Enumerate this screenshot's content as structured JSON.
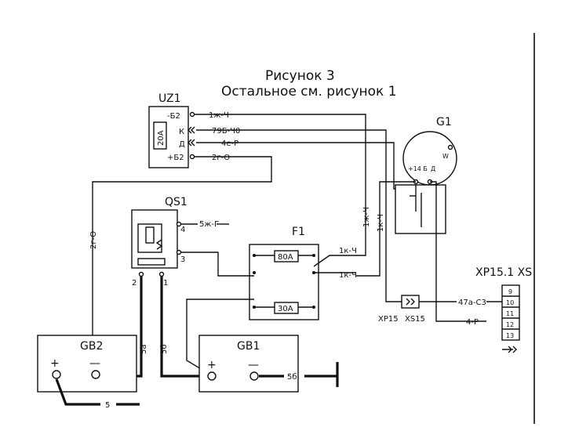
{
  "title": {
    "line1": "Рисунок 3",
    "line2": "Остальное см. рисунок 1"
  },
  "uz1": {
    "name": "UZ1",
    "rating": "20А",
    "pins": [
      "-Б2",
      "К",
      "Д",
      "+Б2"
    ]
  },
  "g1": {
    "name": "G1",
    "plus": "+14 Б",
    "w": "W",
    "d": "Д"
  },
  "qs1": {
    "name": "QS1",
    "pin1": "1",
    "pin2": "2",
    "pin3": "3",
    "pin4": "4"
  },
  "f1": {
    "name": "F1",
    "fuse_top": "80А",
    "fuse_bottom": "30А"
  },
  "gb2": {
    "name": "GB2",
    "plus": "+",
    "minus": "—"
  },
  "gb1": {
    "name": "GB1",
    "plus": "+",
    "minus": "—"
  },
  "xp15": {
    "header": "XP15.1 XS",
    "pins": [
      "9",
      "10",
      "11",
      "12",
      "13"
    ],
    "xp": "XP15",
    "xs": "XS15"
  },
  "wires": {
    "w1": "1ж-Ч",
    "w79": "79Б-Ч0",
    "w4e": "4е-Р",
    "w2g": "2г-О",
    "w2g_v": "2г-О",
    "w5j": "5ж-Г",
    "w1k_a": "1к-Ч",
    "w1k_b": "1к-Ч",
    "w1j_v": "1ж-Ч",
    "w1k_v": "1к-Ч",
    "w47a": "47а-С3",
    "w4p": "4-Р",
    "w5a": "5а",
    "w5b": "5б",
    "w5b_h": "5б",
    "w5": "5"
  }
}
